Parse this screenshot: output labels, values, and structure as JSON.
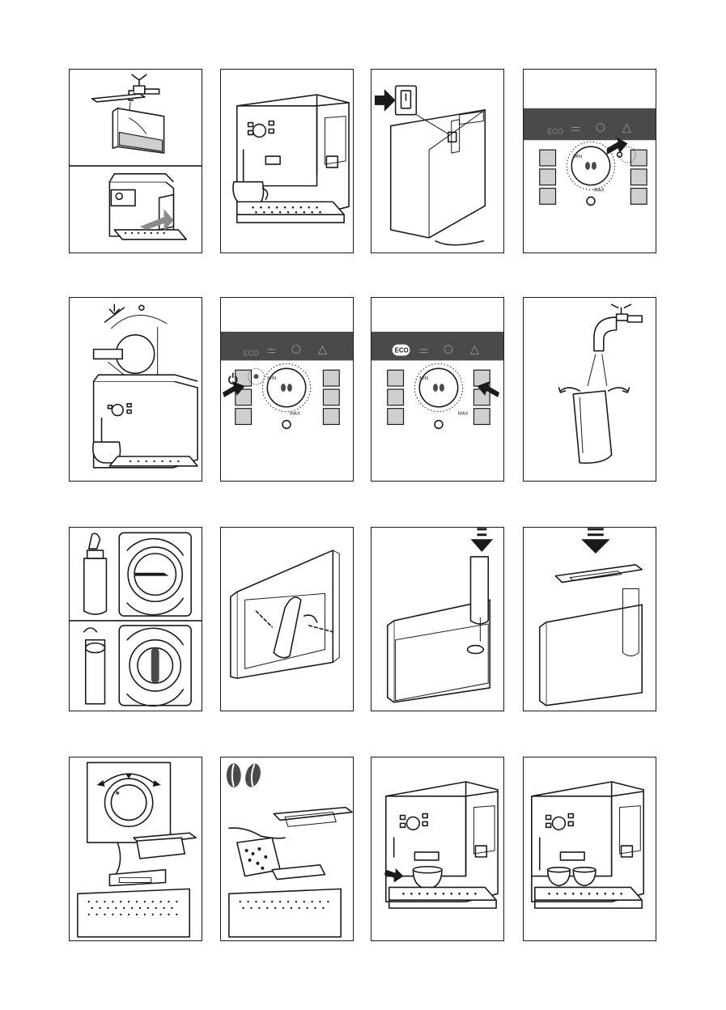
{
  "control_panel": {
    "eco_label": "ECO",
    "size_min": "MIN",
    "size_max": "MAX"
  },
  "icons": [
    "tap-icon",
    "power-switch-icon",
    "control-panel-icon",
    "steam-knob-icon",
    "water-filter-icon",
    "coffee-beans-icon",
    "grinder-dial-icon",
    "cup-icon"
  ],
  "colors": {
    "line": "#1a1a1a",
    "panel_dark": "#4a4a4a",
    "arrow_grey": "#8a8a8a"
  }
}
